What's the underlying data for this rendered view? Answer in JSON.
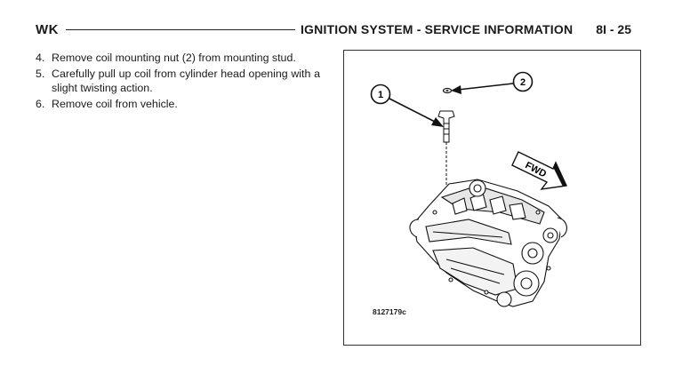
{
  "header": {
    "section_code": "WK",
    "title": "IGNITION SYSTEM - SERVICE INFORMATION",
    "page": "8I - 25"
  },
  "steps": [
    {
      "number": "4.",
      "text": "Remove coil mounting nut (2) from mounting stud."
    },
    {
      "number": "5.",
      "text": "Carefully pull up coil from cylinder head opening with a slight twisting action."
    },
    {
      "number": "6.",
      "text": "Remove coil from vehicle."
    }
  ],
  "figure": {
    "callouts": [
      "1",
      "2"
    ],
    "direction_label": "FWD",
    "figure_id": "8127179c"
  }
}
